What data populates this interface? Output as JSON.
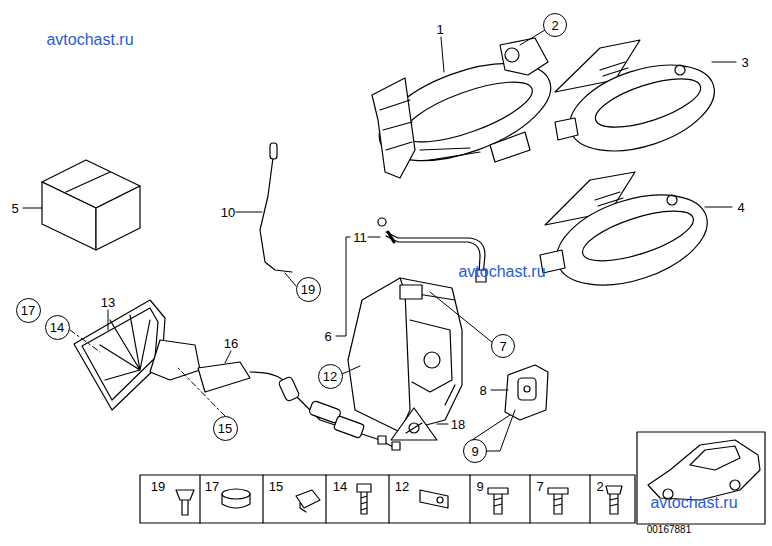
{
  "diagram": {
    "nodes": [
      {
        "text": [
          "2"
        ]
      },
      {
        "text": [
          "19"
        ]
      },
      {
        "text": [
          "17"
        ]
      },
      {
        "text": [
          "14"
        ]
      },
      {
        "text": [
          "7"
        ]
      },
      {
        "text": [
          "12"
        ]
      },
      {
        "text": [
          "15"
        ]
      },
      {
        "text": [
          "9"
        ]
      }
    ],
    "labels": [
      "avtochast.ru",
      "1",
      "3",
      "5",
      "10",
      "4",
      "avtochast.ru",
      "11",
      "6",
      "13",
      "16",
      "8",
      "18",
      "19",
      "17",
      "15",
      "14",
      "12",
      "9",
      "7",
      "2",
      "avtochast.ru",
      "00167881"
    ]
  }
}
